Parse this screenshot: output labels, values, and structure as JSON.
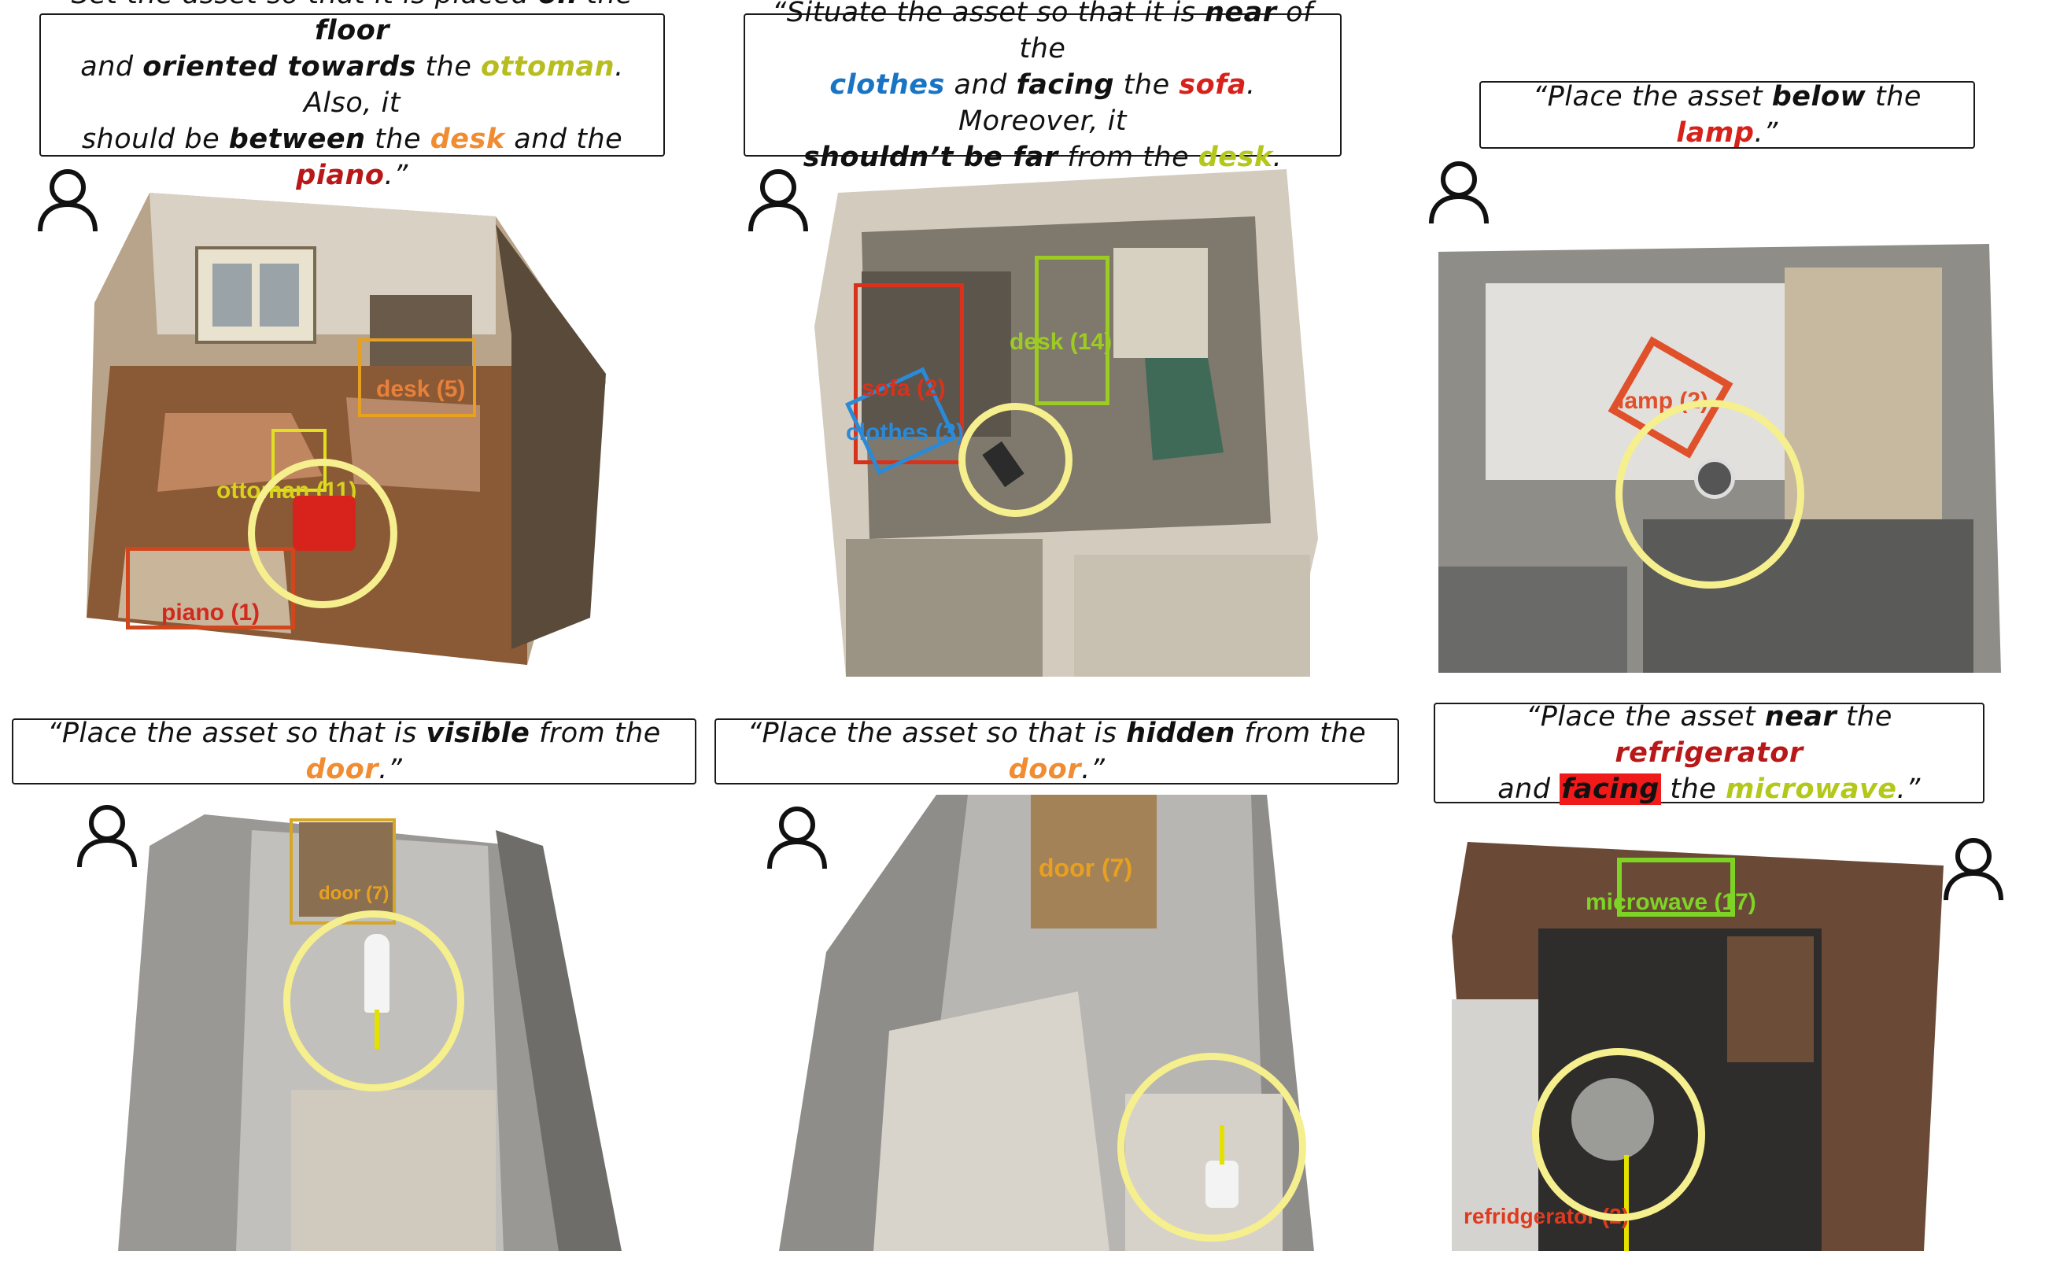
{
  "panels": [
    {
      "caption": [
        {
          "t": "Set the asset so that it is placed "
        },
        {
          "t": "on",
          "s": "b"
        },
        {
          "t": " the "
        },
        {
          "t": "floor",
          "s": "b"
        },
        {
          "br": true
        },
        {
          "t": "and "
        },
        {
          "t": "oriented towards",
          "s": "b"
        },
        {
          "t": " the "
        },
        {
          "t": "ottoman",
          "s": "olive"
        },
        {
          "t": ". Also, it"
        },
        {
          "br": true
        },
        {
          "t": "should be "
        },
        {
          "t": "between",
          "s": "b"
        },
        {
          "t": " the "
        },
        {
          "t": "desk",
          "s": "orange"
        },
        {
          "t": " and the "
        },
        {
          "t": "piano",
          "s": "darkred"
        },
        {
          "t": ".”"
        }
      ],
      "labels": {
        "desk": "desk (5)",
        "ottoman": "ottoman (11)",
        "piano": "piano (1)"
      },
      "colors": {
        "desk": "#e8803a",
        "ottoman": "#d7d21e",
        "piano": "#d02a1e"
      }
    },
    {
      "caption": [
        {
          "t": "“Situate the asset so that it is "
        },
        {
          "t": "near",
          "s": "b"
        },
        {
          "t": " of the"
        },
        {
          "br": true
        },
        {
          "t": "clothes",
          "s": "blue"
        },
        {
          "t": " and "
        },
        {
          "t": "facing",
          "s": "b"
        },
        {
          "t": " the "
        },
        {
          "t": "sofa",
          "s": "red"
        },
        {
          "t": ". Moreover, it"
        },
        {
          "br": true
        },
        {
          "t": "shouldn’t be far",
          "s": "b"
        },
        {
          "t": " from the "
        },
        {
          "t": "desk",
          "s": "lime"
        },
        {
          "t": "."
        }
      ],
      "labels": {
        "desk": "desk (14)",
        "sofa": "sofa (2)",
        "clothes": "clothes (3)"
      },
      "colors": {
        "desk": "#9ccc22",
        "sofa": "#d8321c",
        "clothes": "#2a8ad8"
      }
    },
    {
      "caption": [
        {
          "t": "“Place the asset "
        },
        {
          "t": "below",
          "s": "b"
        },
        {
          "t": " the "
        },
        {
          "t": "lamp",
          "s": "red"
        },
        {
          "t": ".”"
        }
      ],
      "labels": {
        "lamp": "lamp (2)"
      },
      "colors": {
        "lamp": "#e0502a"
      }
    },
    {
      "caption": [
        {
          "t": "“Place the asset so that is "
        },
        {
          "t": "visible",
          "s": "b"
        },
        {
          "t": " from the "
        },
        {
          "t": "door",
          "s": "orange"
        },
        {
          "t": ".”"
        }
      ],
      "labels": {
        "door": "door (7)"
      },
      "colors": {
        "door": "#e8a020"
      }
    },
    {
      "caption": [
        {
          "t": "“Place the asset so that is "
        },
        {
          "t": "hidden",
          "s": "b"
        },
        {
          "t": " from the "
        },
        {
          "t": "door",
          "s": "orange"
        },
        {
          "t": ".”"
        }
      ],
      "labels": {
        "door": "door (7)"
      },
      "colors": {
        "door": "#e8a020"
      }
    },
    {
      "caption": [
        {
          "t": "“Place the asset "
        },
        {
          "t": "near",
          "s": "b"
        },
        {
          "t": " the "
        },
        {
          "t": "refrigerator",
          "s": "darkred"
        },
        {
          "br": true
        },
        {
          "t": "and "
        },
        {
          "t": "facing",
          "s": "hl"
        },
        {
          "t": " the "
        },
        {
          "t": "microwave",
          "s": "lime"
        },
        {
          "t": ".”"
        }
      ],
      "labels": {
        "microwave": "microwave (17)",
        "refrigerator": "refridgerator (2)"
      },
      "colors": {
        "microwave": "#7ed424",
        "refrigerator": "#e03a1e"
      }
    }
  ],
  "icons": {
    "user": "user-icon",
    "target": "target-circle-icon"
  },
  "colors": {
    "ring": "#f6ef8e",
    "asset": "#d8231c",
    "arrow": "#e4e000"
  }
}
